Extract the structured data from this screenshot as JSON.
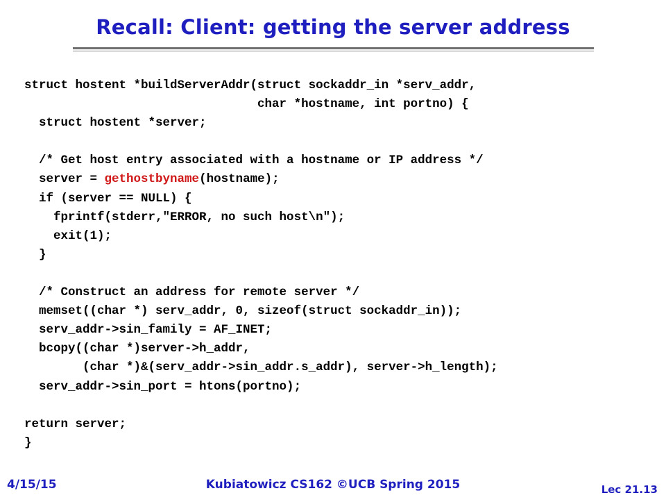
{
  "slide": {
    "title": "Recall: Client: getting the server address"
  },
  "code": {
    "lines": [
      {
        "pre": "struct hostent *buildServerAddr(struct sockaddr_in *serv_addr,",
        "hl": "",
        "post": ""
      },
      {
        "pre": "                                char *hostname, int portno) {",
        "hl": "",
        "post": ""
      },
      {
        "pre": "  struct hostent *server;",
        "hl": "",
        "post": ""
      },
      {
        "pre": "",
        "hl": "",
        "post": ""
      },
      {
        "pre": "  /* Get host entry associated with a hostname or IP address */",
        "hl": "",
        "post": ""
      },
      {
        "pre": "  server = ",
        "hl": "gethostbyname",
        "post": "(hostname);"
      },
      {
        "pre": "  if (server == NULL) {",
        "hl": "",
        "post": ""
      },
      {
        "pre": "    fprintf(stderr,\"ERROR, no such host\\n\");",
        "hl": "",
        "post": ""
      },
      {
        "pre": "    exit(1);",
        "hl": "",
        "post": ""
      },
      {
        "pre": "  }",
        "hl": "",
        "post": ""
      },
      {
        "pre": "",
        "hl": "",
        "post": ""
      },
      {
        "pre": "  /* Construct an address for remote server */",
        "hl": "",
        "post": ""
      },
      {
        "pre": "  memset((char *) serv_addr, 0, sizeof(struct sockaddr_in));",
        "hl": "",
        "post": ""
      },
      {
        "pre": "  serv_addr->sin_family = AF_INET;",
        "hl": "",
        "post": ""
      },
      {
        "pre": "  bcopy((char *)server->h_addr,",
        "hl": "",
        "post": ""
      },
      {
        "pre": "        (char *)&(serv_addr->sin_addr.s_addr), server->h_length);",
        "hl": "",
        "post": ""
      },
      {
        "pre": "  serv_addr->sin_port = htons(portno);",
        "hl": "",
        "post": ""
      },
      {
        "pre": "",
        "hl": "",
        "post": ""
      },
      {
        "pre": "return server;",
        "hl": "",
        "post": ""
      },
      {
        "pre": "}",
        "hl": "",
        "post": ""
      }
    ]
  },
  "footer": {
    "date": "4/15/15",
    "course": "Kubiatowicz CS162 ©UCB Spring 2015",
    "lecture": "Lec 21.13"
  },
  "colors": {
    "title": "#1f1fbf",
    "highlight": "#d01818",
    "code": "#000000"
  }
}
